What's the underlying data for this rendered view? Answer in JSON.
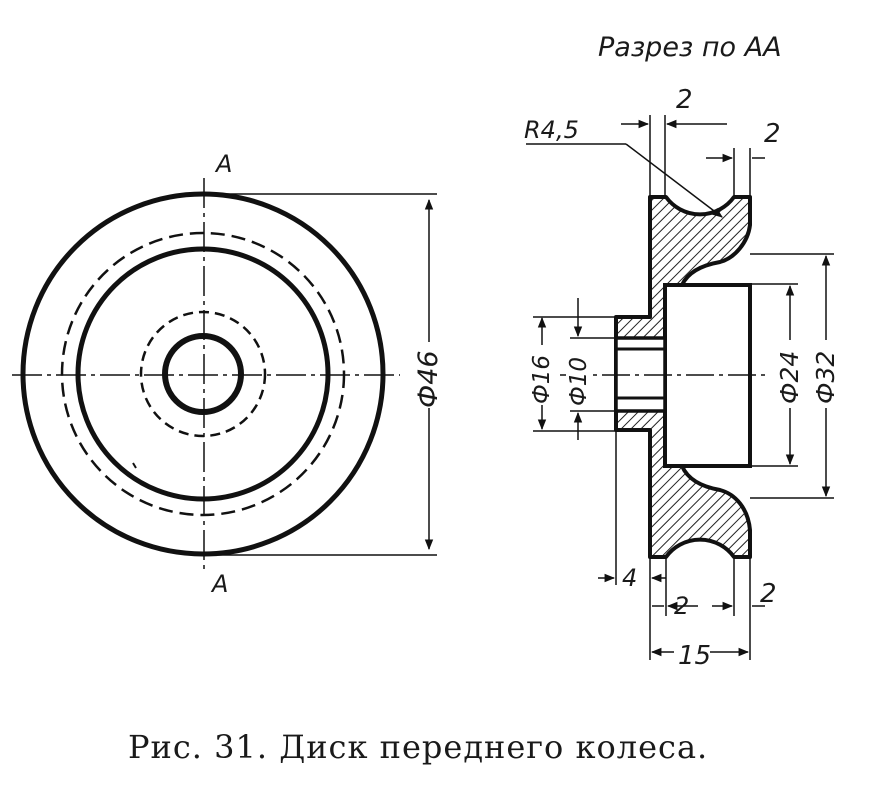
{
  "section_title": "Разрез по АА",
  "section_mark": "А",
  "dimensions": {
    "outer_diameter": "Ф46",
    "hub_diameter": "Ф16",
    "bore_diameter": "Ф10",
    "inner_rim_diameter": "Ф24",
    "rim_diameter": "Ф32",
    "groove_radius": "R4,5",
    "flange_top": "2",
    "flange_top_right": "2",
    "hub_width": "4",
    "bottom_left": "2",
    "bottom_right": "2",
    "total_width": "15"
  },
  "caption": "Рис. 31. Диск переднего колеса."
}
